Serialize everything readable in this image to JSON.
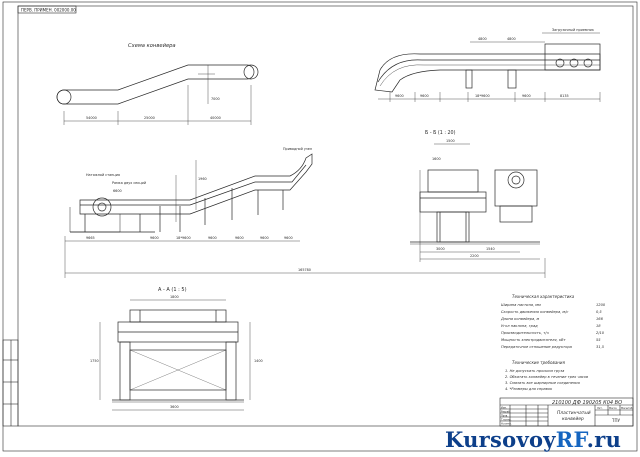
{
  "stamp": "ПЕРВ. ПРИМЕН. 002000.00 ",
  "scheme_title": "Схема конвейера",
  "scheme_dims": [
    "54000",
    "25000",
    "40000",
    "7000"
  ],
  "top_view_dims": [
    "4800",
    "4800",
    "9600",
    "9600",
    "18*9600",
    "9600",
    "8135"
  ],
  "top_view_note": "Загрузочный приемник",
  "main_view_dims": [
    "9665",
    "9600",
    "18*9600",
    "9600",
    "9600",
    "9600",
    "9600",
    "6600",
    "1960"
  ],
  "main_view_labels": [
    "Натяжной станция",
    "Рамка двух секций",
    "Приводной узел"
  ],
  "main_view_total": "165780",
  "section_b_title": "Б - Б (1 : 20)",
  "section_b_dims": [
    "1500",
    "3000",
    "1540",
    "2200",
    "1600"
  ],
  "section_a_title": "А - А (1 : 5)",
  "section_a_dims": [
    "1800",
    "1750",
    "1400",
    "3600"
  ],
  "tech_title": "Техническая характеристика",
  "tech_specs": [
    {
      "label": "Ширина настила, мм",
      "value": "1200"
    },
    {
      "label": "Скорость движения конвейера, м/с",
      "value": "0,5"
    },
    {
      "label": "Длина конвейера, м",
      "value": "166"
    },
    {
      "label": "Угол наклона, град",
      "value": "18"
    },
    {
      "label": "Производительность, т/ч",
      "value": "2/10"
    },
    {
      "label": "Мощность электродвигателя, кВт",
      "value": "55"
    },
    {
      "label": "Передаточное отношение редуктора",
      "value": "31,5"
    }
  ],
  "req_title": "Технические требования",
  "requirements": [
    "1. Не допускать просыпи груза",
    "2. Обкатать конвейер в течение трех часов",
    "3. Смазать все шарнирные соединения",
    "4. *Размеры для справок"
  ],
  "title_block": {
    "code": "210100 ДФ 190205 К04 ВО",
    "name_line1": "Пластинчатый",
    "name_line2": "конвейер",
    "sheet_label": "ТПУ",
    "cols": [
      "Лит.",
      "Масса",
      "Масштаб"
    ],
    "rows": [
      "Изм.",
      "Разраб.",
      "Пров.",
      "Т.контр.",
      "Н.контр.",
      "Утв."
    ]
  },
  "brand": {
    "part1": "Kursovoy",
    "part2": "RF",
    "part3": ".ru"
  },
  "colors": {
    "line": "#2a2a2a",
    "brand": "#0d3f8a",
    "brand_accent": "#1565c0"
  }
}
